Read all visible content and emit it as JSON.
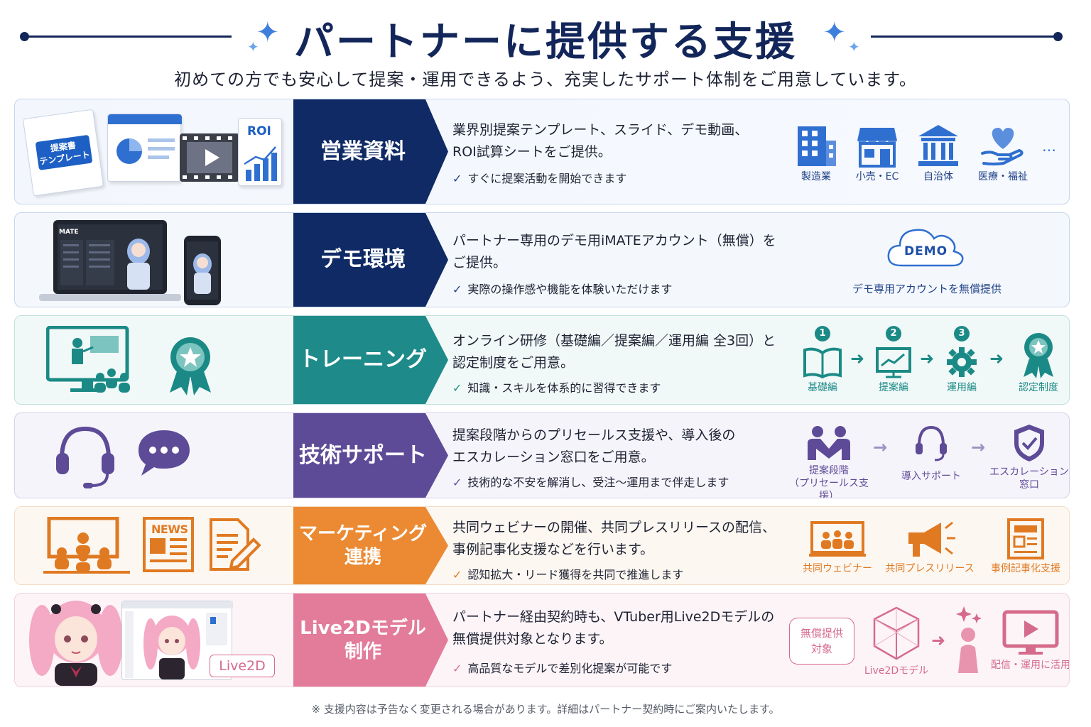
{
  "header": {
    "title": "パートナーに提供する支援",
    "subtitle": "初めての方でも安心して提案・運用できるよう、充実したサポート体制をご用意しています。"
  },
  "colors": {
    "navy": "#0f2a64",
    "teal": "#1e8a8a",
    "purple": "#5e4b97",
    "orange": "#eb8a32",
    "pink": "#e37b9b"
  },
  "rows": [
    {
      "label": "営業資料",
      "desc": "業界別提案テンプレート、スライド、デモ動画、\nROI試算シートをご提供。",
      "check": "すぐに提案活動を開始できます",
      "illustration": {
        "doc_tag": "提案書\nテンプレート",
        "roi": "ROI"
      },
      "items": [
        {
          "icon": "factory-building-icon",
          "caption": "製造業"
        },
        {
          "icon": "shop-icon",
          "caption": "小売・EC"
        },
        {
          "icon": "government-building-icon",
          "caption": "自治体"
        },
        {
          "icon": "heart-hand-icon",
          "caption": "医療・福祉"
        }
      ],
      "more": "…"
    },
    {
      "label": "デモ環境",
      "desc": "パートナー専用のデモ用iMATEアカウント（無償）を\nご提供。",
      "check": "実際の操作感や機能を体験いただけます",
      "illustration": {
        "screen_brand": "MATE"
      },
      "cloud_text": "DEMO",
      "cloud_caption": "デモ専用アカウントを無償提供"
    },
    {
      "label": "トレーニング",
      "desc": "オンライン研修（基礎編／提案編／運用編 全3回）と\n認定制度をご用意。",
      "check": "知識・スキルを体系的に習得できます",
      "steps": [
        {
          "num": "1",
          "icon": "book-icon",
          "caption": "基礎編"
        },
        {
          "num": "2",
          "icon": "presentation-chart-icon",
          "caption": "提案編"
        },
        {
          "num": "3",
          "icon": "gear-icon",
          "caption": "運用編"
        },
        {
          "num": "",
          "icon": "award-badge-icon",
          "caption": "認定制度"
        }
      ]
    },
    {
      "label": "技術サポート",
      "desc": "提案段階からのプリセールス支援や、導入後の\nエスカレーション窓口をご用意。",
      "check": "技術的な不安を解消し、受注〜運用まで伴走します",
      "items": [
        {
          "icon": "handshake-icon",
          "caption": "提案段階\n（プリセールス支援）"
        },
        {
          "icon": "headset-icon",
          "caption": "導入サポート"
        },
        {
          "icon": "shield-check-icon",
          "caption": "エスカレーション\n窓口"
        }
      ]
    },
    {
      "label": "マーケティング\n連携",
      "desc": "共同ウェビナーの開催、共同プレスリリースの配信、\n事例記事化支援などを行います。",
      "check": "認知拡大・リード獲得を共同で推進します",
      "illustration": {
        "news": "NEWS"
      },
      "items": [
        {
          "icon": "webinar-icon",
          "caption": "共同ウェビナー"
        },
        {
          "icon": "megaphone-icon",
          "caption": "共同プレスリリース"
        },
        {
          "icon": "article-icon",
          "caption": "事例記事化支援"
        }
      ]
    },
    {
      "label": "Live2Dモデル\n制作",
      "desc": "パートナー経由契約時も、VTuber用Live2Dモデルの\n無償提供対象となります。",
      "check": "高品質なモデルで差別化提案が可能です",
      "illustration": {
        "live2d_tag": "Live2D"
      },
      "free_box": "無償提供\n対象",
      "items": [
        {
          "icon": "3d-cube-icon",
          "caption": "Live2Dモデル"
        },
        {
          "icon": "sparkle-person-icon",
          "caption": ""
        },
        {
          "icon": "monitor-play-icon",
          "caption": "配信・運用に活用"
        }
      ]
    }
  ],
  "footnote": "※ 支援内容は予告なく変更される場合があります。詳細はパートナー契約時にご案内いたします。"
}
